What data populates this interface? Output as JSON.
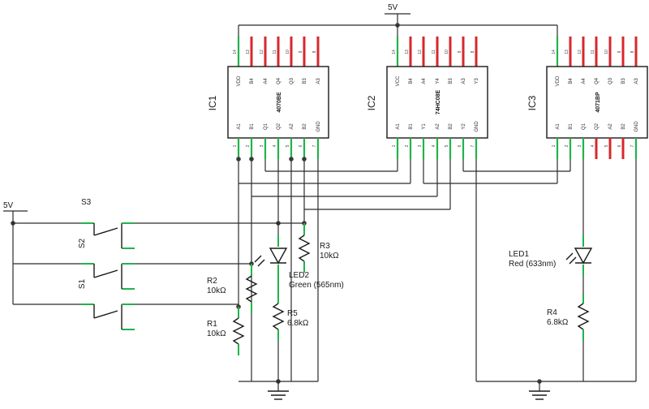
{
  "supply": {
    "top": "5V",
    "left": "5V"
  },
  "ics": [
    {
      "ref": "IC1",
      "part": "4070BE",
      "top_pins": [
        "VDD",
        "B4",
        "A4",
        "Q4",
        "Q3",
        "B3",
        "A3"
      ],
      "top_nums": [
        "14",
        "13",
        "12",
        "11",
        "10",
        "9",
        "8"
      ],
      "bottom_pins": [
        "A1",
        "B1",
        "Q1",
        "Q2",
        "A2",
        "B2",
        "GND"
      ],
      "bottom_nums": [
        "1",
        "2",
        "3",
        "4",
        "5",
        "6",
        "7"
      ]
    },
    {
      "ref": "IC2",
      "part": "74HC08E",
      "top_pins": [
        "VCC",
        "B4",
        "A4",
        "Y4",
        "B3",
        "A3",
        "Y3"
      ],
      "top_nums": [
        "14",
        "13",
        "12",
        "11",
        "10",
        "9",
        "8"
      ],
      "bottom_pins": [
        "A1",
        "B1",
        "Y1",
        "A2",
        "B2",
        "Y2",
        "GND"
      ],
      "bottom_nums": [
        "1",
        "2",
        "3",
        "4",
        "5",
        "6",
        "7"
      ]
    },
    {
      "ref": "IC3",
      "part": "4071BP",
      "top_pins": [
        "VDD",
        "B4",
        "A4",
        "Q4",
        "Q3",
        "B3",
        "A3"
      ],
      "top_nums": [
        "14",
        "13",
        "12",
        "11",
        "10",
        "9",
        "8"
      ],
      "bottom_pins": [
        "A1",
        "B1",
        "Q1",
        "Q2",
        "A2",
        "B2",
        "GND"
      ],
      "bottom_nums": [
        "1",
        "2",
        "3",
        "4",
        "5",
        "6",
        "7"
      ]
    }
  ],
  "switches": {
    "s3": "S3",
    "s2": "S2",
    "s1": "S1"
  },
  "resistors": {
    "r1": {
      "ref": "R1",
      "value": "10kΩ"
    },
    "r2": {
      "ref": "R2",
      "value": "10kΩ"
    },
    "r3": {
      "ref": "R3",
      "value": "10kΩ"
    },
    "r4": {
      "ref": "R4",
      "value": "6.8kΩ"
    },
    "r5": {
      "ref": "R5",
      "value": "6.8kΩ"
    }
  },
  "leds": {
    "led1": {
      "ref": "LED1",
      "value": "Red (633nm)"
    },
    "led2": {
      "ref": "LED2",
      "value": "Green (565nm)"
    }
  },
  "colors": {
    "wire": "#2b2b2b",
    "pin_connected": "#22b34a",
    "pin_unused": "#d6282c"
  }
}
